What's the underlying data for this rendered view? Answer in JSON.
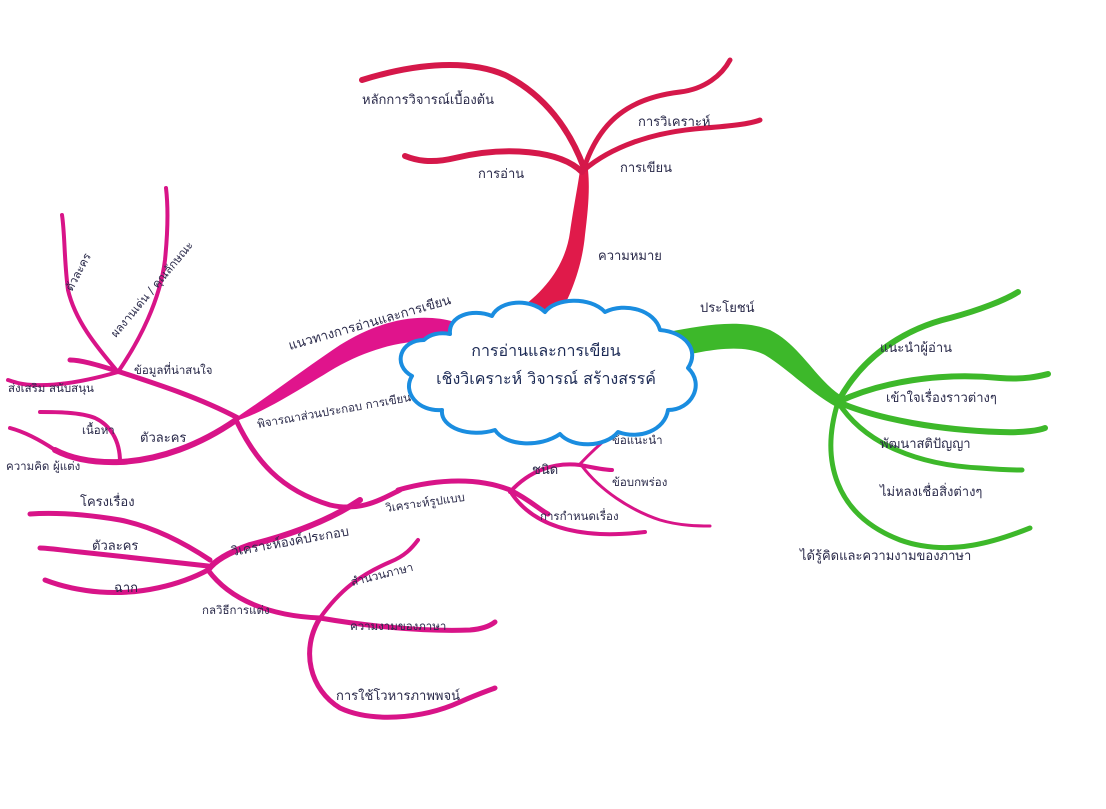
{
  "center": {
    "line1": "การอ่านและการเขียน",
    "line2": "เชิงวิเคราะห์ วิจารณ์ สร้างสรรค์"
  },
  "branches": {
    "red": {
      "main": "ความหมาย",
      "children": [
        "หลักการวิจารณ์เบื้องต้น",
        "การวิเคราะห์",
        "การอ่าน",
        "การเขียน"
      ]
    },
    "green": {
      "main": "ประโยชน์",
      "children": [
        "แนะนำผู้อ่าน",
        "เข้าใจเรื่องราวต่างๆ",
        "พัฒนาสติปัญญา",
        "ไม่หลงเชื่อสิ่งต่างๆ",
        "ได้รู้คิดและความงามของภาษา"
      ]
    },
    "magenta_top": {
      "main": "แนวทางการอ่านและการเขียน",
      "sub1": "ข้อมูลที่น่าสนใจ",
      "sub1_children": [
        "ตัวละคร",
        "ผลงานเด่น / คุณลักษณะ"
      ],
      "sub2": "ตัวละคร",
      "sub2_children": [
        "ส่งเสริม สนับสนุน",
        "เนื้อหา",
        "ความคิด ผู้แต่ง"
      ],
      "sub3": "พิจารณาส่วนประกอบ การเขียน"
    },
    "magenta_bottom": {
      "main": "วิเคราะห์รูปแบบ",
      "sub1": "ชนิด",
      "sub1_children": [
        "ข้อแนะนำ",
        "ข้อบกพร่อง"
      ],
      "sub2": "การกำหนดเรื่อง",
      "sub3": "วิเคราะห์องค์ประกอบ",
      "sub3_children": [
        "โครงเรื่อง",
        "ตัวละคร",
        "ฉาก"
      ],
      "sub4": "กลวิธีการแต่ง",
      "sub4_children": [
        "สำนวนภาษา",
        "ความงามของภาษา",
        "การใช้โวหารภาพพจน์"
      ]
    }
  },
  "colors": {
    "red": "#e01a4a",
    "magenta": "#e0148c",
    "green": "#3db82a",
    "cloud": "#1a8de0",
    "text": "#2a2a4a"
  }
}
